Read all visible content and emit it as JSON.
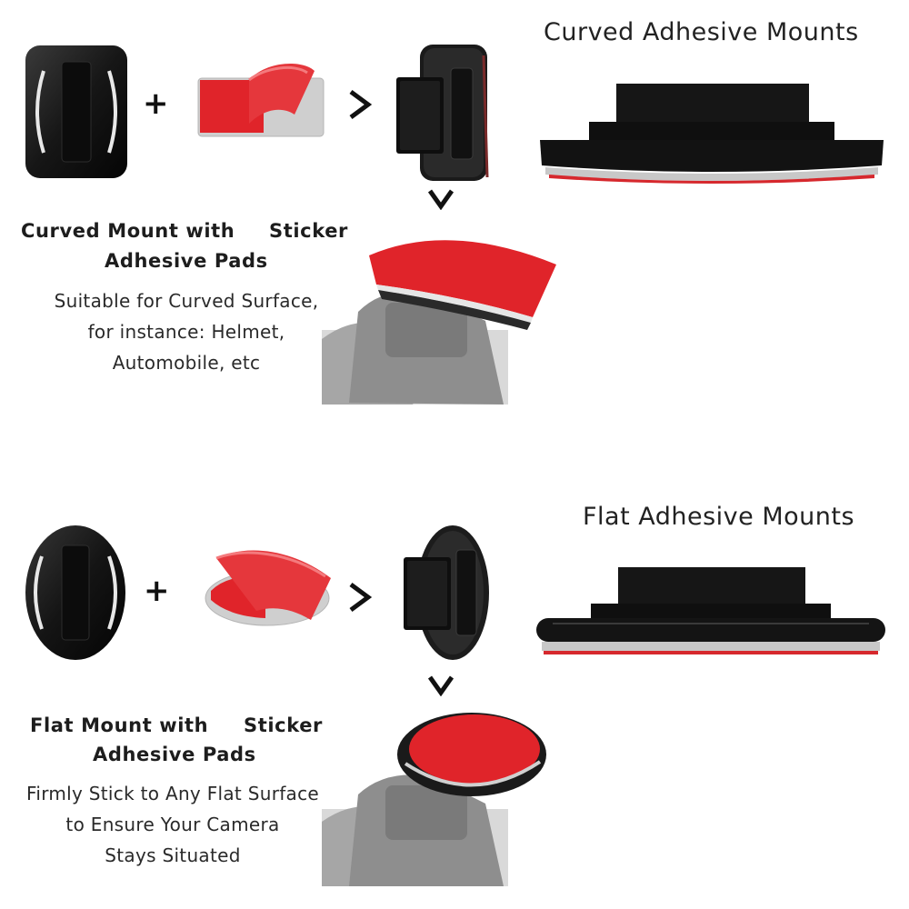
{
  "curved": {
    "title": "Curved Adhesive Mounts",
    "label_line1_a": "Curved Mount with",
    "label_line1_b": "Sticker",
    "label_line2": "Adhesive  Pads",
    "desc": [
      "Suitable for Curved Surface,",
      "for instance: Helmet,",
      "Automobile, etc"
    ],
    "plus": "+"
  },
  "flat": {
    "title": "Flat Adhesive Mounts",
    "label_line1_a": "Flat Mount with",
    "label_line1_b": "Sticker",
    "label_line2": "Adhesive Pads",
    "desc": [
      "Firmly Stick to Any Flat Surface",
      "to Ensure Your Camera",
      "Stays Situated"
    ],
    "plus": "+"
  },
  "colors": {
    "adhesive_red": "#e0242a",
    "mount_black": "#151515",
    "foam_gray": "#c9c9c9"
  }
}
